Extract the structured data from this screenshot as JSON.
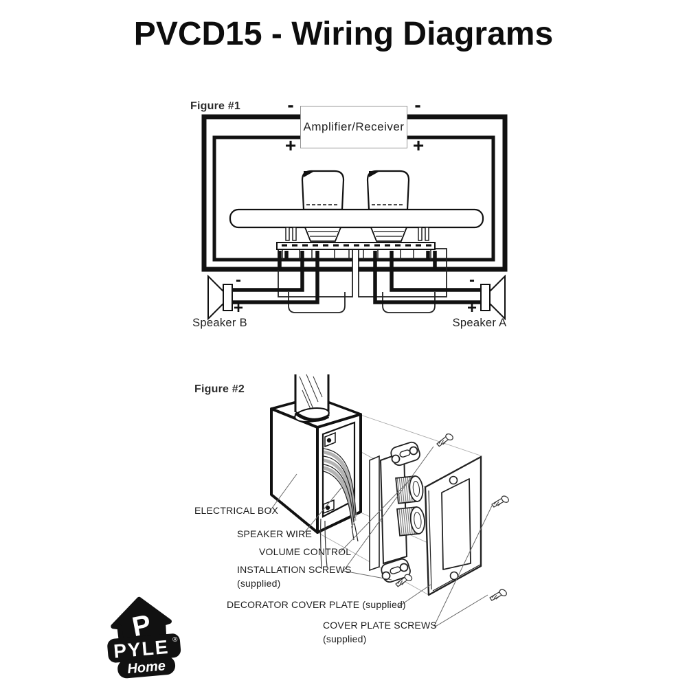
{
  "page": {
    "title": "PVCD15 - Wiring Diagrams"
  },
  "figure1": {
    "label": "Figure #1",
    "amplifier_label": "Amplifier/Receiver",
    "signs": {
      "minus": "-",
      "plus": "+"
    },
    "speaker_b": {
      "label": "Speaker B"
    },
    "speaker_a": {
      "label": "Speaker A"
    }
  },
  "figure2": {
    "label": "Figure #2",
    "callouts": [
      {
        "id": "electrical-box",
        "label": "ELECTRICAL BOX"
      },
      {
        "id": "speaker-wire",
        "label": "SPEAKER WIRE"
      },
      {
        "id": "volume-control",
        "label": "VOLUME CONTROL"
      },
      {
        "id": "installation-screws",
        "label": "INSTALLATION SCREWS",
        "sub": "(supplied)"
      },
      {
        "id": "decorator-cover-plate",
        "label": "DECORATOR COVER PLATE (supplied)"
      },
      {
        "id": "cover-plate-screws",
        "label": "COVER PLATE SCREWS",
        "sub": "(supplied)"
      }
    ]
  },
  "logo": {
    "monogram": "P",
    "brand": "PYLE",
    "registered": "®",
    "sub": "Home"
  },
  "colors": {
    "ink": "#111111",
    "box_border": "#949494",
    "leader_line": "#666666",
    "wire_gray": "#b3b3b3"
  }
}
